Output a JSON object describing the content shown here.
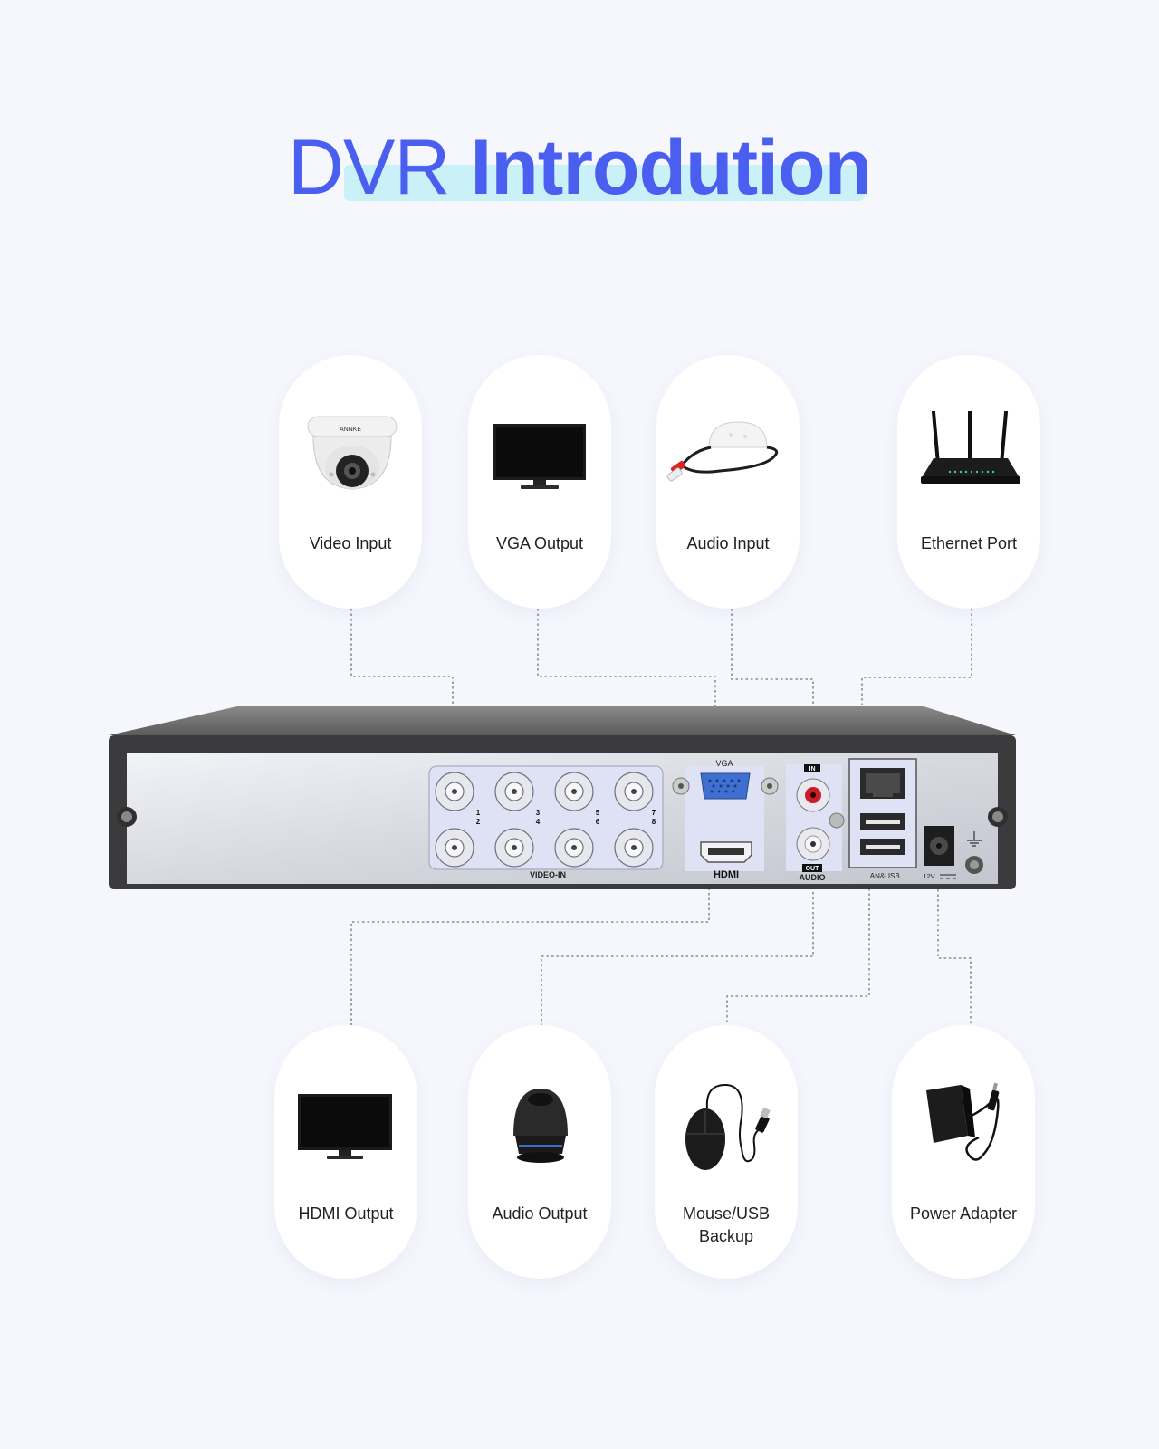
{
  "title": {
    "light": "DVR",
    "bold": "Introdution"
  },
  "devices_top": [
    {
      "label": "Video Input",
      "icon": "dome-camera-icon"
    },
    {
      "label": "VGA Output",
      "icon": "monitor-icon"
    },
    {
      "label": "Audio Input",
      "icon": "microphone-icon"
    },
    {
      "label": "Ethernet Port",
      "icon": "router-icon"
    }
  ],
  "devices_bottom": [
    {
      "label": "HDMI Output",
      "icon": "monitor-icon"
    },
    {
      "label": "Audio Output",
      "icon": "speaker-icon"
    },
    {
      "label": "Mouse/USB Backup",
      "icon": "mouse-icon"
    },
    {
      "label": "Power Adapter",
      "icon": "power-adapter-icon"
    }
  ],
  "panel": {
    "vga": "VGA",
    "hdmi": "HDMI",
    "video_in": "VIDEO-IN",
    "audio": "AUDIO",
    "audio_in": "IN",
    "audio_out": "OUT",
    "lan_usb": "LAN&USB",
    "power": "12V",
    "channels": [
      "1",
      "2",
      "3",
      "4",
      "5",
      "6",
      "7",
      "8"
    ]
  },
  "camera_brand": "ANNKE"
}
